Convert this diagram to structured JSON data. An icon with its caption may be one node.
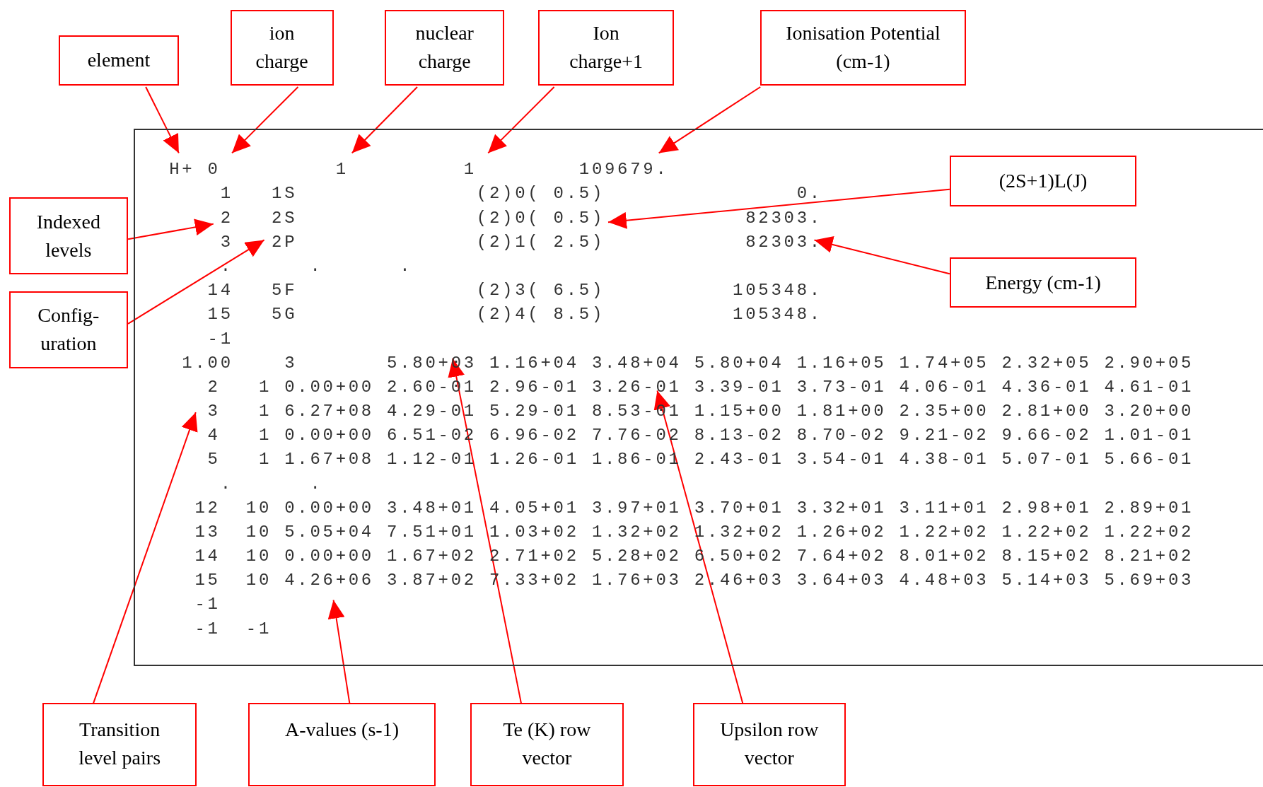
{
  "diagram": {
    "nodes": [
      {
        "text": [
          "element"
        ]
      },
      {
        "text": [
          "ion charge"
        ]
      },
      {
        "text": [
          "nuclear charge"
        ]
      },
      {
        "text": [
          "Ion charge+1"
        ]
      },
      {
        "text": [
          "Ionisation Potential (cm-1)"
        ]
      },
      {
        "text": [
          "H+ 0         1         1        109679.",
          "1   1S              (2)0( 0.5)               0.",
          "2   2S              (2)0( 0.5)           82303.",
          "3   2P              (2)1( 2.5)           82303.",
          ".      .      .",
          "14   5F              (2)3( 6.5)          105348.",
          "15   5G              (2)4( 8.5)          105348.",
          "-1",
          "1.00    3       5.80+03 1.16+04 3.48+04 5.80+04 1.16+05 1.74+05 2.32+05 2.90+05",
          "2   1 0.00+00 2.60-01 2.96-01 3.26-01 3.39-01 3.73-01 4.06-01 4.36-01 4.61-01",
          "3   1 6.27+08 4.29-01 5.29-01 8.53-01 1.15+00 1.81+00 2.35+00 2.81+00 3.20+00",
          "4   1 0.00+00 6.51-02 6.96-02 7.76-02 8.13-02 8.70-02 9.21-02 9.66-02 1.01-01",
          "5   1 1.67+08 1.12-01 1.26-01 1.86-01 2.43-01 3.54-01 4.38-01 5.07-01 5.66-01",
          ".      .",
          "12  10 0.00+00 3.48+01 4.05+01 3.97+01 3.70+01 3.32+01 3.11+01 2.98+01 2.89+01",
          "13  10 5.05+04 7.51+01 1.03+02 1.32+02 1.32+02 1.26+02 1.22+02 1.22+02 1.22+02",
          "14  10 0.00+00 1.67+02 2.71+02 5.28+02 6.50+02 7.64+02 8.01+02 8.15+02 8.21+02",
          "15  10 4.26+06 3.87+02 7.33+02 1.76+03 2.46+03 3.64+03 4.48+03 5.14+03 5.69+03",
          "-1",
          "-1  -1"
        ]
      },
      {
        "text": [
          "(2S+1)L(J)"
        ],
        "in": 5
      },
      {
        "text": [
          "Indexed levels"
        ]
      },
      {
        "text": [
          "Energy (cm-1)"
        ],
        "in": 5
      },
      {
        "text": [
          "Config- uration"
        ]
      },
      {
        "text": [
          "Transition level pairs"
        ]
      },
      {
        "text": [
          "A-values (s-1)"
        ]
      },
      {
        "text": [
          "Te (K) row vector"
        ]
      },
      {
        "text": [
          "Upsilon row vector"
        ]
      }
    ],
    "edges": [
      {
        "from": 0,
        "to": 5,
        "arrow": "to"
      },
      {
        "from": 1,
        "to": 5,
        "arrow": "to"
      },
      {
        "from": 2,
        "to": 5,
        "arrow": "to"
      },
      {
        "from": 3,
        "to": 5,
        "arrow": "to"
      },
      {
        "from": 4,
        "to": 5,
        "arrow": "to"
      },
      {
        "from": 6,
        "to": 5,
        "arrow": "to"
      },
      {
        "from": 7,
        "to": 5,
        "arrow": "to"
      },
      {
        "from": 8,
        "to": 5,
        "arrow": "to"
      },
      {
        "from": 9,
        "to": 5,
        "arrow": "to"
      },
      {
        "from": 10,
        "to": 5,
        "arrow": "to"
      },
      {
        "from": 11,
        "to": 5,
        "arrow": "to"
      },
      {
        "from": 12,
        "to": 5,
        "arrow": "to"
      },
      {
        "from": 13,
        "to": 5,
        "arrow": "to"
      }
    ]
  }
}
